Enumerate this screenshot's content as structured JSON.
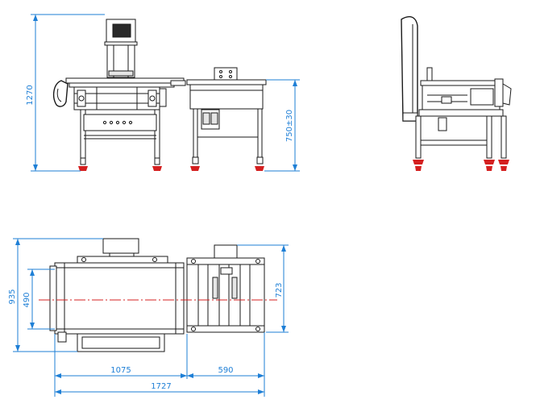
{
  "dimensions": {
    "front_height": "1270",
    "table_height": "750±30",
    "plan_total_width": "935",
    "plan_belt_width": "490",
    "plan_table_width": "723",
    "plan_weigher_length": "1075",
    "plan_table_length": "590",
    "plan_total_length": "1727"
  },
  "colors": {
    "dimension": "#1e7fd6",
    "centerline": "#d42020",
    "outline": "#1a1a1a"
  }
}
